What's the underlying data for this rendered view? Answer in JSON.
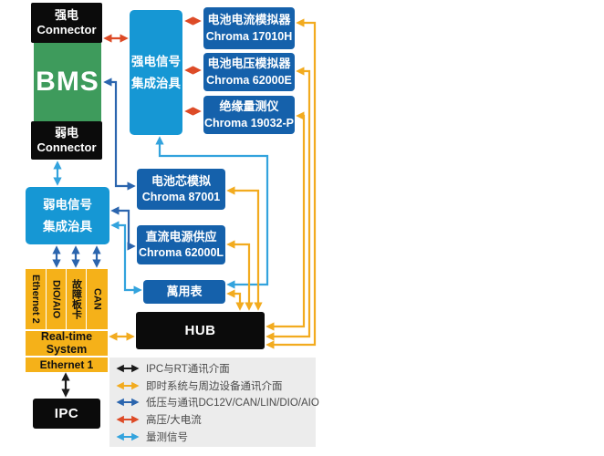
{
  "colors": {
    "box_black": "#0B0B0B",
    "box_green": "#3E9B5C",
    "box_cyan": "#1697D4",
    "box_blue": "#1561AB",
    "box_orange": "#F5B119",
    "legend_bg": "#ECECEC",
    "arrow_black": "#1A1A1A",
    "arrow_yellow": "#F2AB1F",
    "arrow_dark_blue": "#2B65AE",
    "arrow_red": "#DD4A26",
    "arrow_light_blue": "#33A3DD"
  },
  "blocks": {
    "power_connector": {
      "line1": "强电",
      "line2": "Connector"
    },
    "bms": {
      "label": "BMS"
    },
    "weak_connector": {
      "line1": "弱电",
      "line2": "Connector"
    },
    "power_fixture": {
      "line1": "强电信号",
      "line2": "集成治具"
    },
    "weak_fixture": {
      "line1": "弱电信号",
      "line2": "集成治具"
    },
    "current_simulator": {
      "name": "电池电流模拟器",
      "model": "Chroma 17010H"
    },
    "voltage_simulator": {
      "name": "电池电压模拟器",
      "model": "Chroma 62000E"
    },
    "insulation_tester": {
      "name": "绝缘量测仪",
      "model": "Chroma 19032-P"
    },
    "cell_simulator": {
      "name": "电池芯模拟",
      "model": "Chroma 87001"
    },
    "dc_power_supply": {
      "name": "直流电源供应",
      "model": "Chroma 62000L"
    },
    "multimeter": {
      "name": "萬用表"
    },
    "hub": {
      "label": "HUB"
    },
    "ethernet2": {
      "label": "Ethernet 2"
    },
    "dio_aio": {
      "label": "DIO/AIO"
    },
    "fault_card": {
      "label": "故障板卡"
    },
    "can": {
      "label": "CAN"
    },
    "realtime_system": {
      "line1": "Real-time",
      "line2": "System"
    },
    "ethernet1": {
      "label": "Ethernet 1"
    },
    "ipc": {
      "label": "IPC"
    }
  },
  "legend": {
    "items": [
      {
        "label": "IPC与RT通讯介面",
        "color": "#1A1A1A"
      },
      {
        "label": "即时系统与周边设备通讯介面",
        "color": "#F2AB1F"
      },
      {
        "label": "低压与通讯DC12V/CAN/LIN/DIO/AIO",
        "color": "#2B65AE"
      },
      {
        "label": "高压/大电流",
        "color": "#DD4A26"
      },
      {
        "label": "量测信号",
        "color": "#33A3DD"
      }
    ]
  },
  "connections": [
    {
      "from": "power_connector",
      "to": "power_fixture",
      "type": "高压/大电流"
    },
    {
      "from": "power_fixture",
      "to": "current_simulator",
      "type": "高压/大电流"
    },
    {
      "from": "power_fixture",
      "to": "voltage_simulator",
      "type": "高压/大电流"
    },
    {
      "from": "power_fixture",
      "to": "insulation_tester",
      "type": "高压/大电流"
    },
    {
      "from": "bms",
      "to": "cell_simulator",
      "type": "低压与通讯DC12V/CAN/LIN/DIO/AIO"
    },
    {
      "from": "weak_fixture",
      "to": "dc_power_supply",
      "type": "低压与通讯DC12V/CAN/LIN/DIO/AIO"
    },
    {
      "from": "weak_fixture",
      "to": "dio_aio",
      "type": "低压与通讯DC12V/CAN/LIN/DIO/AIO"
    },
    {
      "from": "weak_fixture",
      "to": "fault_card",
      "type": "低压与通讯DC12V/CAN/LIN/DIO/AIO"
    },
    {
      "from": "weak_fixture",
      "to": "can",
      "type": "低压与通讯DC12V/CAN/LIN/DIO/AIO"
    },
    {
      "from": "weak_connector",
      "to": "weak_fixture",
      "type": "量测信号"
    },
    {
      "from": "weak_fixture",
      "to": "multimeter",
      "type": "量测信号"
    },
    {
      "from": "power_fixture",
      "to": "multimeter",
      "type": "量测信号"
    },
    {
      "from": "hub",
      "to": "current_simulator",
      "type": "即时系统与周边设备通讯介面"
    },
    {
      "from": "hub",
      "to": "voltage_simulator",
      "type": "即时系统与周边设备通讯介面"
    },
    {
      "from": "hub",
      "to": "insulation_tester",
      "type": "即时系统与周边设备通讯介面"
    },
    {
      "from": "hub",
      "to": "cell_simulator",
      "type": "即时系统与周边设备通讯介面"
    },
    {
      "from": "hub",
      "to": "dc_power_supply",
      "type": "即时系统与周边设备通讯介面"
    },
    {
      "from": "hub",
      "to": "multimeter",
      "type": "即时系统与周边设备通讯介面"
    },
    {
      "from": "realtime_system",
      "to": "hub",
      "type": "即时系统与周边设备通讯介面"
    },
    {
      "from": "ethernet1",
      "to": "ipc",
      "type": "IPC与RT通讯介面"
    }
  ]
}
